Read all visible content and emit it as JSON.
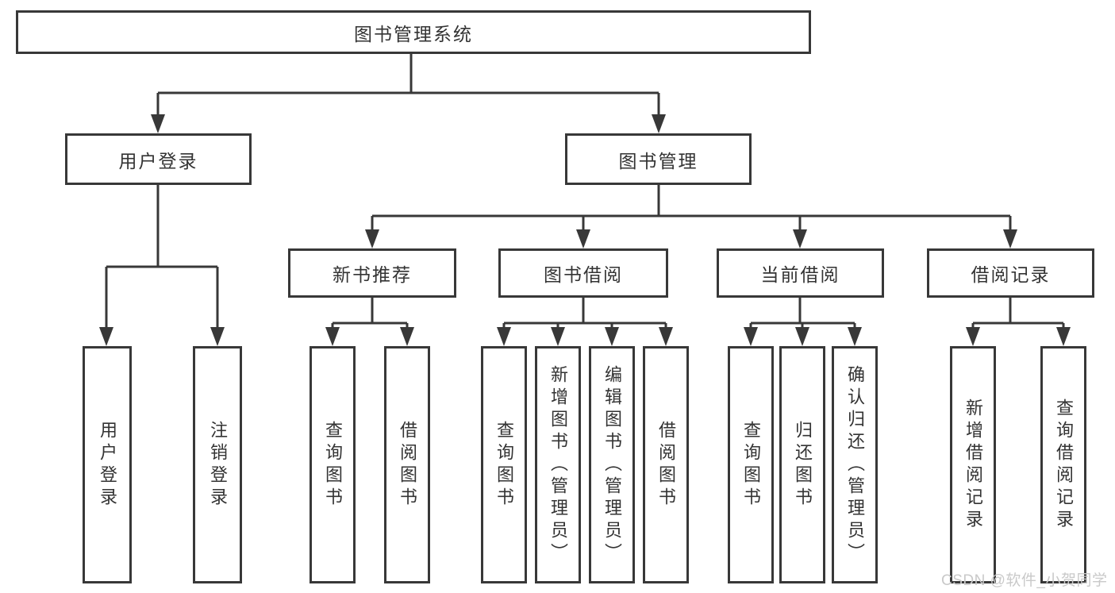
{
  "diagram": {
    "root": "图书管理系统",
    "level2": [
      {
        "id": "user-login",
        "label": "用户登录",
        "children": [
          "用户登录",
          "注销登录"
        ]
      },
      {
        "id": "book-mgmt",
        "label": "图书管理",
        "children": []
      }
    ],
    "sections": [
      {
        "id": "new-book-recommend",
        "label": "新书推荐",
        "children": [
          "查询图书",
          "借阅图书"
        ]
      },
      {
        "id": "book-borrow",
        "label": "图书借阅",
        "children": [
          "查询图书",
          "新增图书（管理员）",
          "编辑图书（管理员）",
          "借阅图书"
        ]
      },
      {
        "id": "current-borrow",
        "label": "当前借阅",
        "children": [
          "查询图书",
          "归还图书",
          "确认归还（管理员）"
        ]
      },
      {
        "id": "borrow-record",
        "label": "借阅记录",
        "children": [
          "新增借阅记录",
          "查询借阅记录"
        ]
      }
    ],
    "colors": {
      "line": "#383838",
      "text": "#333333",
      "background": "#ffffff",
      "watermark": "#c9c9c9"
    },
    "watermark": "CSDN @软件_小贺同学"
  }
}
